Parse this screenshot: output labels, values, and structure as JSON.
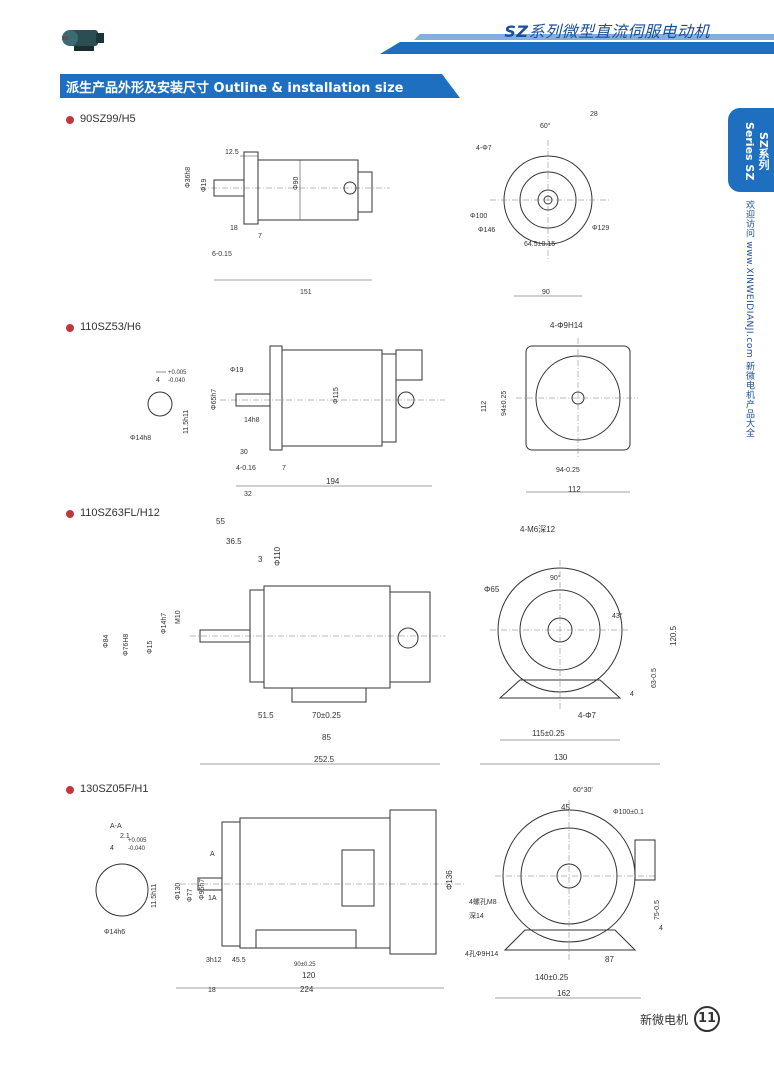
{
  "header": {
    "series": "SZ",
    "title_rest": "系列微型直流伺服电动机",
    "accent_color": "#1e6fc0"
  },
  "section": {
    "title": "派生产品外形及安装尺寸 Outline & installation size"
  },
  "side_tab": {
    "text": "SZ系列 Series SZ",
    "vertical": "欢迎访问 www.XINWEIDIANJI.com 新微电机产品大全"
  },
  "models": [
    {
      "name": "90SZ99/H5",
      "dims_side": [
        "12.5",
        "Φ36h8",
        "Φ19",
        "Φ90",
        "18",
        "7",
        "6-0.15",
        "151"
      ],
      "dims_front": [
        "60°",
        "28",
        "4-Φ7",
        "Φ100",
        "Φ146",
        "Φ129",
        "64.5±0.15",
        "90"
      ]
    },
    {
      "name": "110SZ53/H6",
      "dims_side": [
        "4",
        "+0.005",
        "-0.040",
        "Φ14h8",
        "11.5h11",
        "Φ19",
        "Φ65h7",
        "14h8",
        "Φ115",
        "30",
        "4-0.16",
        "7",
        "32",
        "194"
      ],
      "dims_front": [
        "4-Φ9H14",
        "112",
        "94±0.25",
        "94-0.25",
        "112"
      ]
    },
    {
      "name": "110SZ63FL/H12",
      "dims_side": [
        "55",
        "36.5",
        "3",
        "Φ110",
        "M10",
        "Φ14h7",
        "Φ84",
        "Φ76H8",
        "Φ15",
        "51.5",
        "70±0.25",
        "85",
        "252.5"
      ],
      "dims_front": [
        "4-M6深12",
        "Φ65",
        "90°",
        "43°",
        "120.5",
        "63-0.5",
        "4",
        "4-Φ7",
        "115±0.25",
        "130"
      ]
    },
    {
      "name": "130SZ05F/H1",
      "dims_side": [
        "A-A",
        "2.1",
        "4",
        "+0.005",
        "-0.040",
        "11.5h11",
        "Φ14h6",
        "Φ130",
        "Φ77",
        "Φ95h7",
        "A",
        "1A",
        "Φ136",
        "3h12",
        "45.5",
        "90±0.25",
        "120",
        "18",
        "224"
      ],
      "dims_front": [
        "60°30'",
        "45",
        "Φ100±0.1",
        "4螺孔M8",
        "深14",
        "75-0.5",
        "4",
        "4孔Φ9H14",
        "87",
        "140±0.25",
        "162"
      ]
    }
  ],
  "footer": {
    "brand": "新微电机",
    "page": "11"
  }
}
